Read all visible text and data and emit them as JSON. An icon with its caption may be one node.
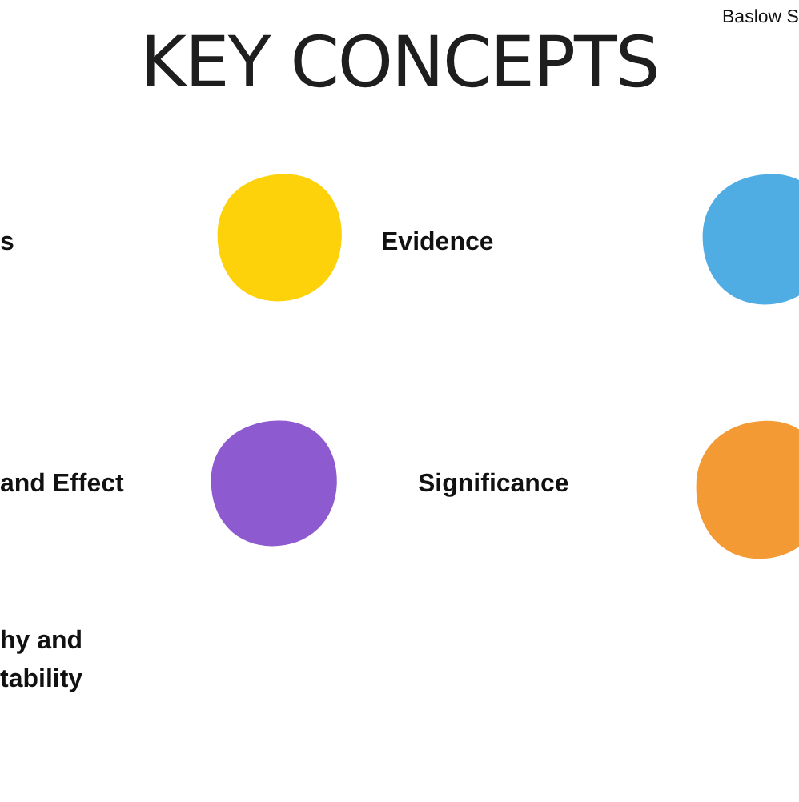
{
  "diagram": {
    "title": "KEY CONCEPTS",
    "nodes": [
      {
        "text": [],
        "shape": "circle"
      },
      {
        "text": [],
        "shape": "circle"
      },
      {
        "text": [],
        "shape": "circle"
      },
      {
        "text": [],
        "shape": "circle"
      }
    ],
    "labels": [
      "Baslow S",
      "s",
      "Evidence",
      "and Effect",
      "Significance",
      "hy and tability"
    ]
  }
}
